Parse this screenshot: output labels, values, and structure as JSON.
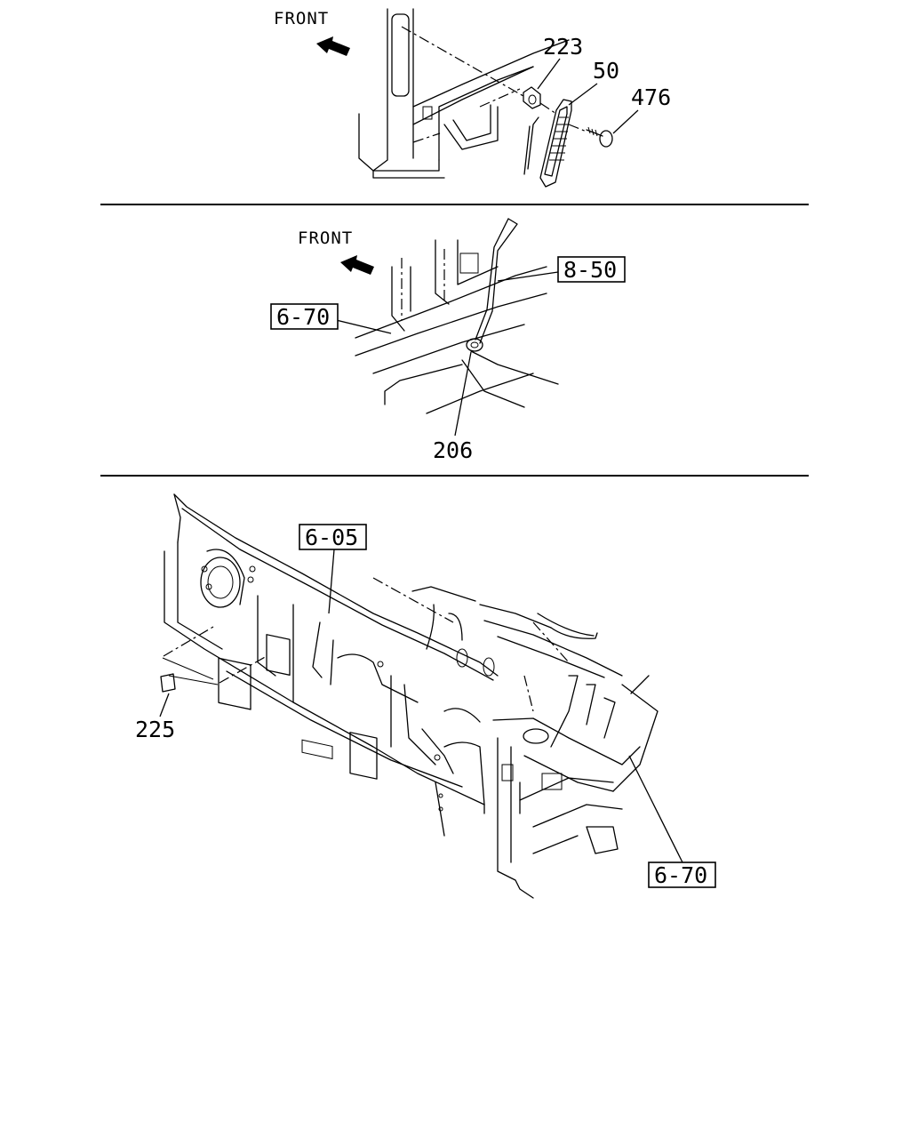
{
  "panels": [
    {
      "id": "top",
      "front_label": "FRONT",
      "callouts": [
        "223",
        "50",
        "476"
      ]
    },
    {
      "id": "middle",
      "front_label": "FRONT",
      "callouts": [
        "206"
      ],
      "ref_boxes": [
        "8-50",
        "6-70"
      ]
    },
    {
      "id": "bottom",
      "callouts": [
        "225"
      ],
      "ref_boxes": [
        "6-05",
        "6-70"
      ]
    }
  ]
}
